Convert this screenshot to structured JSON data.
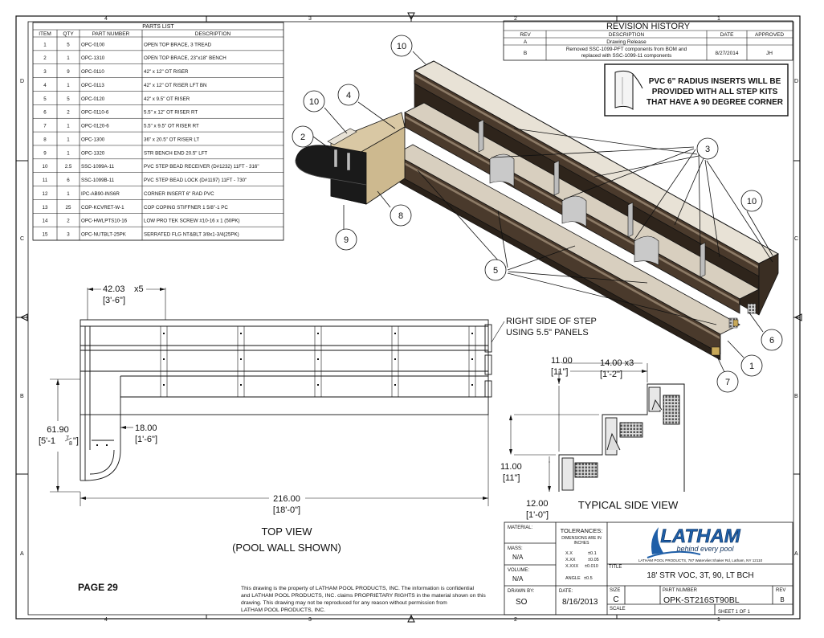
{
  "zones": {
    "top": [
      "4",
      "3",
      "2",
      "1"
    ],
    "side": [
      "D",
      "C",
      "B",
      "A"
    ]
  },
  "parts_list": {
    "title": "PARTS LIST",
    "headers": [
      "ITEM",
      "QTY",
      "PART NUMBER",
      "DESCRIPTION"
    ],
    "rows": [
      [
        "1",
        "5",
        "OPC-0100",
        "OPEN TOP BRACE, 3 TREAD"
      ],
      [
        "2",
        "1",
        "OPC-1310",
        "OPEN TOP BRACE, 23\"x18\" BENCH"
      ],
      [
        "3",
        "9",
        "OPC-0110",
        "42\" x 12\" OT RISER"
      ],
      [
        "4",
        "1",
        "OPC-0113",
        "42\" x 12\" OT RISER LFT BN"
      ],
      [
        "5",
        "5",
        "OPC-0120",
        "42\" x 9.5\" OT RISER"
      ],
      [
        "6",
        "2",
        "OPC-0110-6",
        "5.5\" x 12\" OT RISER RT"
      ],
      [
        "7",
        "1",
        "OPC-0120-6",
        "5.5\" x 9.5\" OT RISER RT"
      ],
      [
        "8",
        "1",
        "OPC-1300",
        "36\" x 20.5\" OT RISER LT"
      ],
      [
        "9",
        "1",
        "OPC-1320",
        "STR BENCH END 20.5\" LFT"
      ],
      [
        "10",
        "2.5",
        "SSC-1099A-11",
        "PVC STEP BEAD RECEIVER (D#1232) 11FT - 316\""
      ],
      [
        "11",
        "6",
        "SSC-1099B-11",
        "PVC STEP BEAD LOCK (D#1197) 11FT - 730\""
      ],
      [
        "12",
        "1",
        "IPC-AB90-INS6R",
        "CORNER INSERT 6\" RAD PVC"
      ],
      [
        "13",
        "25",
        "COP-KCVRET-W-1",
        "COP COPING STIFFNER 1 5/8\"-1 PC"
      ],
      [
        "14",
        "2",
        "OPC-HWLPTS10-16",
        "LOW PRO TEK SCREW #10-16 x 1 (50PK)"
      ],
      [
        "15",
        "3",
        "OPC-NUTBLT-25PK",
        "SERRATED FLG NT&BLT 3/8x1-3/4(25PK)"
      ]
    ]
  },
  "revision": {
    "title": "REVISION HISTORY",
    "headers": [
      "REV",
      "DESCRIPTION",
      "DATE",
      "APPROVED"
    ],
    "rows": [
      {
        "rev": "A",
        "desc1": "Drawing Release",
        "desc2": "",
        "date": "",
        "approved": ""
      },
      {
        "rev": "B",
        "desc1": "Removed SSC-1099-PFT components from BOM and",
        "desc2": "replaced with SSC-1099-11 components",
        "date": "8/27/2014",
        "approved": "JH"
      }
    ]
  },
  "note": {
    "line1": "PVC 6\" RADIUS INSERTS WILL BE",
    "line2": "PROVIDED WITH ALL STEP KITS",
    "line3": "THAT HAVE A 90 DEGREE CORNER"
  },
  "balloons": [
    "10",
    "4",
    "10",
    "2",
    "3",
    "10",
    "9",
    "8",
    "5",
    "6",
    "1",
    "7"
  ],
  "top_view": {
    "dim_panel": "42.03",
    "dim_panel_count": "x5",
    "dim_panel_ft": "[3'-6\"]",
    "dim_depth": "61.90",
    "dim_depth_ft": "[5'-1",
    "dim_depth_frac_num": "7",
    "dim_depth_frac_den": "8",
    "dim_depth_ft_end": "\"]",
    "dim_bench": "18.00",
    "dim_bench_ft": "[1'-6\"]",
    "dim_length": "216.00",
    "dim_length_ft": "[18'-0\"]",
    "callout_line1": "RIGHT SIDE OF STEP",
    "callout_line2": "USING 5.5\" PANELS",
    "label_line1": "TOP VIEW",
    "label_line2": "(POOL WALL SHOWN)"
  },
  "side_view": {
    "dim_rise_top": "11.00",
    "dim_rise_top_ft": "[11\"]",
    "dim_tread": "14.00 x3",
    "dim_tread_ft": "[1'-2\"]",
    "dim_rise_mid": "11.00",
    "dim_rise_mid_ft": "[11\"]",
    "dim_bottom": "12.00",
    "dim_bottom_ft": "[1'-0\"]",
    "label": "TYPICAL SIDE VIEW"
  },
  "page_label": "PAGE 29",
  "title_block": {
    "material_label": "MATERIAL:",
    "mass_label": "MASS:",
    "mass_value": "N/A",
    "volume_label": "VOLUME:",
    "volume_value": "N/A",
    "drawn_label": "DRAWN BY:",
    "drawn_value": "SO",
    "date_label": "DATE:",
    "date_value": "8/16/2013",
    "tolerances_title": "TOLERANCES:",
    "tolerances_sub1": "DIMENSIONS ARE IN",
    "tolerances_sub2": "INCHES",
    "tol_rows": [
      {
        "fmt": "X.X",
        "val": "±0.1"
      },
      {
        "fmt": "X.XX",
        "val": "±0.05"
      },
      {
        "fmt": "X.XXX",
        "val": "±0.010"
      }
    ],
    "angle_label": "ANGLE",
    "angle_value": "±0.5",
    "logo_text": "LATHAM",
    "logo_tagline": "behind every pool",
    "company_address": "LATHAM POOL PRODUCTS, 787 Watervliet Shaker Rd, Latham, NY 12110",
    "title_label": "TITLE",
    "title_value": "18' STR VOC, 3T, 90, LT BCH",
    "size_label": "SIZE",
    "size_value": "C",
    "part_label": "PART NUMBER",
    "part_value": "OPK-ST216ST90BL",
    "rev_label": "REV",
    "rev_value": "B",
    "scale_label": "SCALE",
    "sheet_label": "SHEET 1  OF 1"
  },
  "disclaimer": {
    "line1": "This drawing is the property of LATHAM POOL PRODUCTS, INC. The information is confidential",
    "line2": "and LATHAM POOL PRODUCTS, INC. claims PROPRIETARY RIGHTS in the material shown on this",
    "line3": "drawing. This drawing may not be reproduced for any reason without permission from",
    "line4": "LATHAM POOL PRODUCTS, INC."
  },
  "colors": {
    "ink": "#111111",
    "panel_face": "#4a3a2c",
    "panel_top": "#8c7a66",
    "panel_light": "#d9c8a4",
    "bench_dark": "#1a1a1a",
    "logo_blue": "#1f5fa8"
  }
}
